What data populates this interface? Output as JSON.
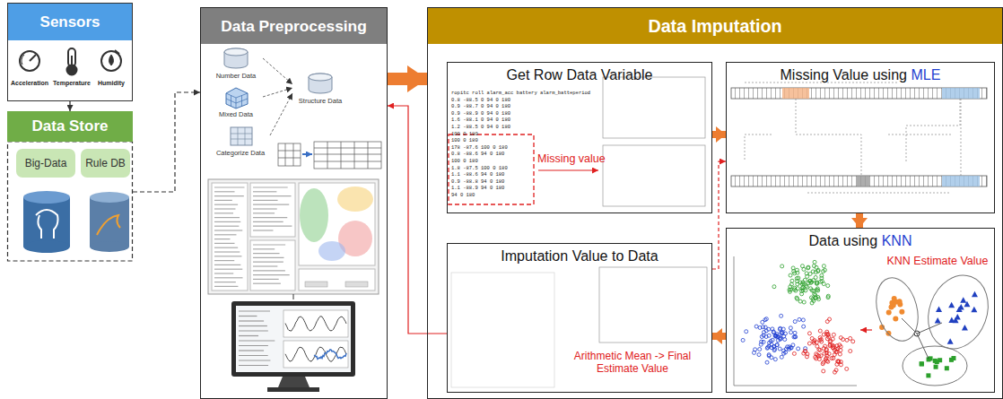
{
  "diagram": {
    "nodes": [
      {
        "text": [
          "Sensors"
        ]
      },
      {
        "text": [
          "Data Store"
        ]
      },
      {
        "text": [
          "Big-Data"
        ],
        "in": 1
      },
      {
        "text": [
          "Rule DB"
        ],
        "in": 1
      },
      {
        "text": [
          "Data Preprocessing"
        ]
      },
      {
        "text": [
          "Number Data"
        ],
        "in": 4
      },
      {
        "text": [
          "Mixed Data"
        ],
        "in": 4
      },
      {
        "text": [
          "Categorize Data"
        ],
        "in": 4
      },
      {
        "text": [
          "Structure Data"
        ],
        "in": 4
      },
      {
        "text": [
          "Data Imputation"
        ]
      },
      {
        "text": [
          "Get Row Data Variable"
        ],
        "in": 9
      },
      {
        "text": [
          "Missing Value using MLE"
        ],
        "in": 9
      },
      {
        "text": [
          "Data using KNN"
        ],
        "in": 9
      },
      {
        "text": [
          "Imputation Value to Data"
        ],
        "in": 9
      }
    ],
    "edges": [
      {
        "from": 0,
        "to": 1,
        "arrow": "to"
      },
      {
        "from": 1,
        "to": 4,
        "arrow": "to"
      },
      {
        "from": 4,
        "to": 9,
        "arrow": "to"
      },
      {
        "from": 5,
        "to": 8,
        "arrow": "to"
      },
      {
        "from": 6,
        "to": 8,
        "arrow": "to"
      },
      {
        "from": 7,
        "to": 8,
        "arrow": "to"
      },
      {
        "from": 10,
        "to": 11,
        "arrow": "to"
      },
      {
        "from": 11,
        "to": 12,
        "arrow": "to"
      },
      {
        "from": 12,
        "to": 13,
        "arrow": "to"
      },
      {
        "from": 13,
        "to": 4,
        "arrow": "to"
      },
      {
        "from": 13,
        "to": 11,
        "arrow": "to"
      }
    ],
    "labels": [
      "Acceleration",
      "Temperature",
      "Humidity",
      "Missing value",
      "KNN Estimate Value",
      "Arithmetic Mean -> Final Estimate Value",
      "ropitc roll alarm_acc battery alarm_batteperiod",
      "0.8 -88.5 0 94 0 180",
      "0.9 -88.7 0 94 0 180",
      "0.9 -88.9 0 94 0 180",
      "1.6 -88.1 0 94 0 180",
      "1.2 -88.5 0 94 0 180",
      "100 0 180",
      "100 0 180",
      "178 -87.6 100 0 180",
      "0.8 -88.6 94 0 180",
      "100 0 180",
      "1.8 -87.5 100 0 180",
      "1.1 -88.6 94 0 180",
      "0.9 -88.8 94 0 180",
      "1.1 -88.9 94 0 180",
      "94 0 180"
    ]
  }
}
